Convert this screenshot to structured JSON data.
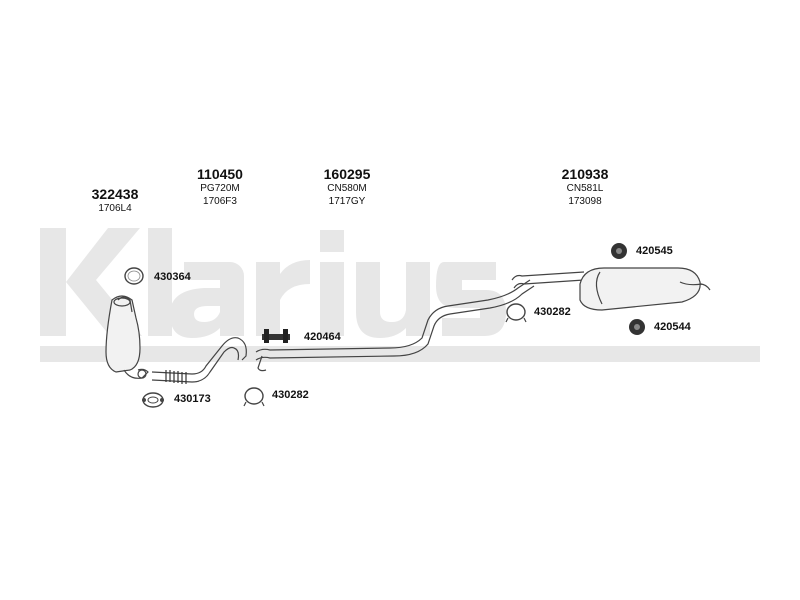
{
  "watermark": {
    "text": "Klarius",
    "color": "#e6e6e6"
  },
  "parts_top": [
    {
      "number": "322438",
      "ref": "1706L4"
    },
    {
      "number": "110450",
      "ref": "PG720M",
      "ref2": "1706F3"
    },
    {
      "number": "160295",
      "ref": "CN580M",
      "ref2": "1717GY"
    },
    {
      "number": "210938",
      "ref": "CN581L",
      "ref2": "173098"
    }
  ],
  "fittings": [
    {
      "label": "430364",
      "icon": "clamp-ring-icon"
    },
    {
      "label": "420464",
      "icon": "bracket-icon"
    },
    {
      "label": "430173",
      "icon": "gasket-icon"
    },
    {
      "label": "430282",
      "icon": "clamp-ring-icon"
    },
    {
      "label": "430282",
      "icon": "clamp-ring-icon"
    },
    {
      "label": "420545",
      "icon": "rubber-mount-icon"
    },
    {
      "label": "420544",
      "icon": "rubber-mount-icon"
    }
  ],
  "colors": {
    "text": "#111111",
    "line": "#444444",
    "watermark": "#e6e6e6"
  }
}
